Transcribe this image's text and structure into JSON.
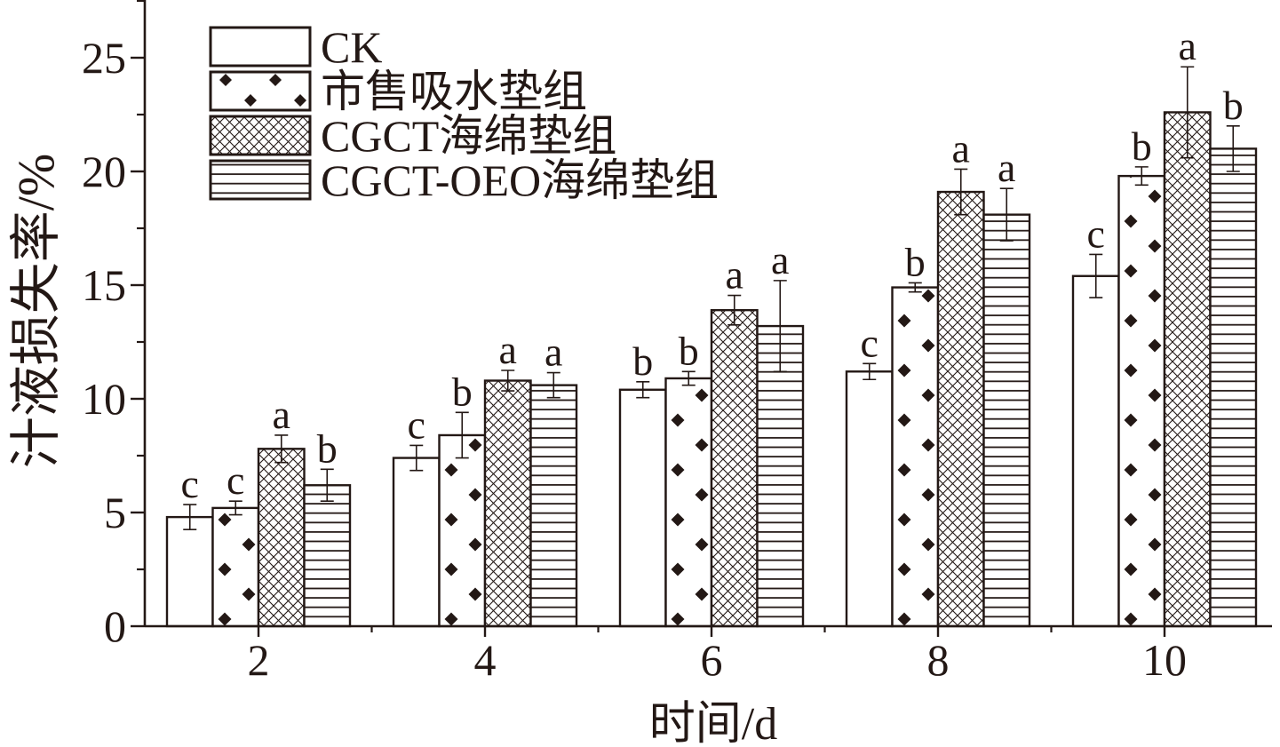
{
  "chart_data": {
    "type": "bar",
    "xlabel": "时间/d",
    "ylabel": "汁液损失率/%",
    "categories": [
      "2",
      "4",
      "6",
      "8",
      "10"
    ],
    "ylim": [
      0,
      27.5
    ],
    "yticks": [
      0,
      5,
      10,
      15,
      20,
      25
    ],
    "grid": false,
    "legend_position": "top-left",
    "error_bars": true,
    "colors": {
      "stroke": "#231815",
      "fill": "#ffffff"
    },
    "series": [
      {
        "name": "CK",
        "pattern": "solid-white",
        "values": [
          4.8,
          7.4,
          10.4,
          11.2,
          15.4
        ],
        "errors": [
          0.55,
          0.55,
          0.35,
          0.35,
          0.95
        ],
        "letters": [
          "c",
          "c",
          "b",
          "c",
          "c"
        ]
      },
      {
        "name": "市售吸水垫组",
        "pattern": "black-diamonds",
        "values": [
          5.2,
          8.4,
          10.9,
          14.9,
          19.8
        ],
        "errors": [
          0.3,
          1.0,
          0.3,
          0.2,
          0.4
        ],
        "letters": [
          "c",
          "b",
          "b",
          "b",
          "b"
        ]
      },
      {
        "name": "CGCT海绵垫组",
        "pattern": "cross-hatch",
        "values": [
          7.8,
          10.8,
          13.9,
          19.1,
          22.6
        ],
        "errors": [
          0.6,
          0.45,
          0.65,
          1.0,
          2.0
        ],
        "letters": [
          "a",
          "a",
          "a",
          "a",
          "a"
        ]
      },
      {
        "name": "CGCT-OEO海绵垫组",
        "pattern": "horizontal-lines",
        "values": [
          6.2,
          10.6,
          13.2,
          18.1,
          21.0
        ],
        "errors": [
          0.7,
          0.55,
          2.0,
          1.15,
          1.0
        ],
        "letters": [
          "b",
          "a",
          "a",
          "a",
          "b"
        ]
      }
    ]
  }
}
